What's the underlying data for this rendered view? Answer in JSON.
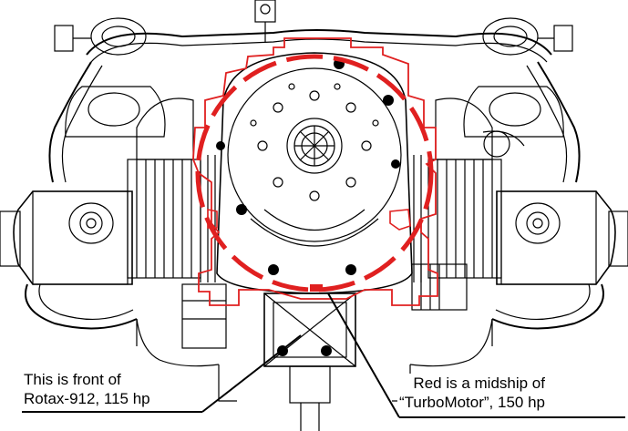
{
  "captions": {
    "rotax_line1": "This is front of",
    "rotax_line2": "Rotax-912, 115 hp",
    "turbo_line1": "Red is a midship of",
    "turbo_line2": "“TurboMotor”, 150 hp"
  },
  "colors": {
    "line_art": "#000000",
    "overlay": "#e02020",
    "background": "#ffffff"
  }
}
